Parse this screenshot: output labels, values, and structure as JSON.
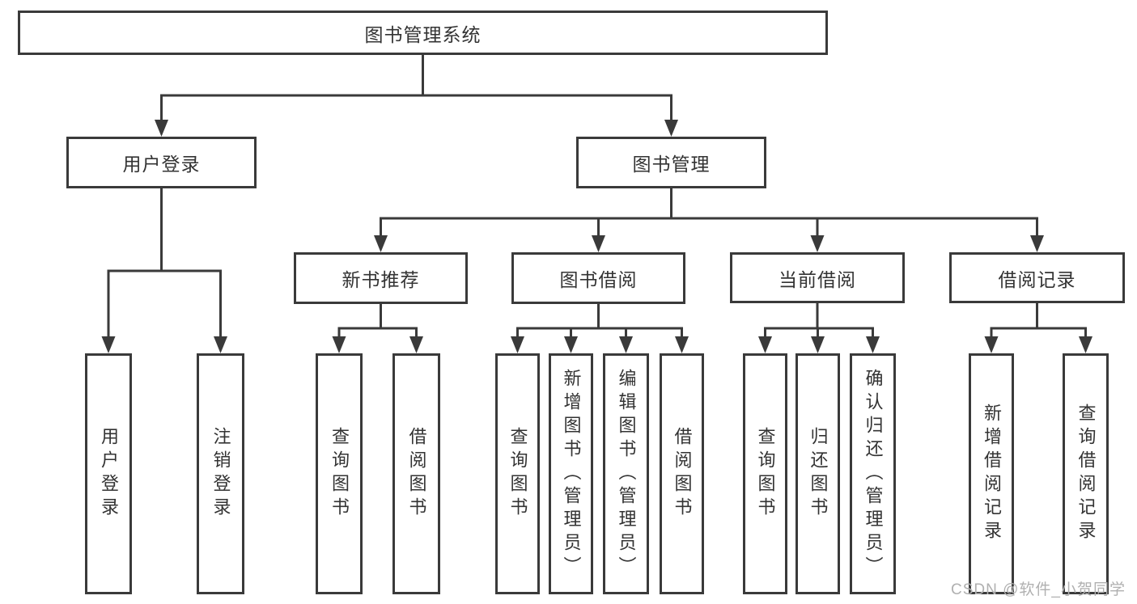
{
  "diagram": {
    "title": "图书管理系统",
    "tree": {
      "root": {
        "label": "图书管理系统",
        "children": [
          {
            "label": "用户登录",
            "children": [
              {
                "label": "用户登录"
              },
              {
                "label": "注销登录"
              }
            ]
          },
          {
            "label": "图书管理",
            "children": [
              {
                "label": "新书推荐",
                "children": [
                  {
                    "label": "查询图书"
                  },
                  {
                    "label": "借阅图书"
                  }
                ]
              },
              {
                "label": "图书借阅",
                "children": [
                  {
                    "label": "查询图书"
                  },
                  {
                    "label": "新增图书（管理员）"
                  },
                  {
                    "label": "编辑图书（管理员）"
                  },
                  {
                    "label": "借阅图书"
                  }
                ]
              },
              {
                "label": "当前借阅",
                "children": [
                  {
                    "label": "查询图书"
                  },
                  {
                    "label": "归还图书"
                  },
                  {
                    "label": "确认归还（管理员）"
                  }
                ]
              },
              {
                "label": "借阅记录",
                "children": [
                  {
                    "label": "新增借阅记录"
                  },
                  {
                    "label": "查询借阅记录"
                  }
                ]
              }
            ]
          }
        ]
      }
    },
    "colors": {
      "line": "#3a3a3a",
      "text": "#333333",
      "background": "#ffffff",
      "watermark_text_color": "#b0b0b0"
    }
  },
  "watermark": {
    "label": "CSDN @软件_小贺同学"
  }
}
